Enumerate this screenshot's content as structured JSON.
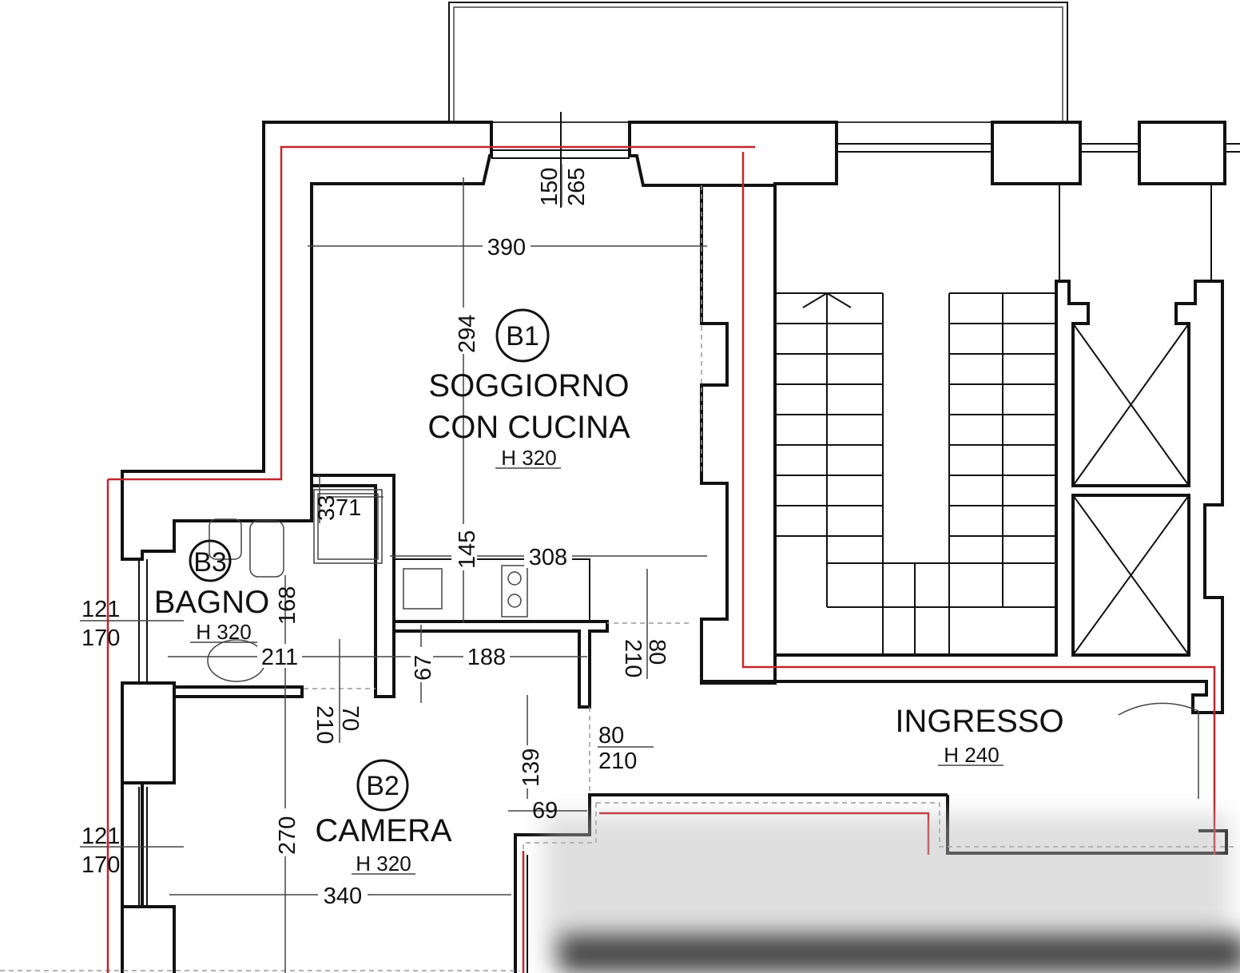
{
  "rooms": {
    "b1": {
      "code": "B1",
      "name_line1": "SOGGIORNO",
      "name_line2": "CON CUCINA",
      "height": "H 320"
    },
    "b2": {
      "code": "B2",
      "name": "CAMERA",
      "height": "H 320"
    },
    "b3": {
      "code": "B3",
      "name": "BAGNO",
      "height": "H 320"
    },
    "ingresso": {
      "name": "INGRESSO",
      "height": "H 240"
    }
  },
  "dimensions": {
    "window_top_sill": "150",
    "window_top_height": "265",
    "b1_width": "390",
    "b1_depth": "294",
    "shower_width": "71",
    "shower_depth": "33",
    "kitchen_depth": "145",
    "kitchen_width": "308",
    "bath_depth": "168",
    "bath_width": "211",
    "hall_width": "188",
    "hall_depth": "67",
    "door_b1_width": "80",
    "door_b1_height": "210",
    "door_b3_width": "70",
    "door_b3_height": "210",
    "door_b2_width": "80",
    "door_b2_height": "210",
    "b2_closet_depth": "139",
    "b2_offset": "69",
    "b2_depth": "270",
    "b2_width": "340",
    "window_b3_sill": "121",
    "window_b3_height": "170",
    "window_b2_sill": "121",
    "window_b2_height": "170"
  }
}
